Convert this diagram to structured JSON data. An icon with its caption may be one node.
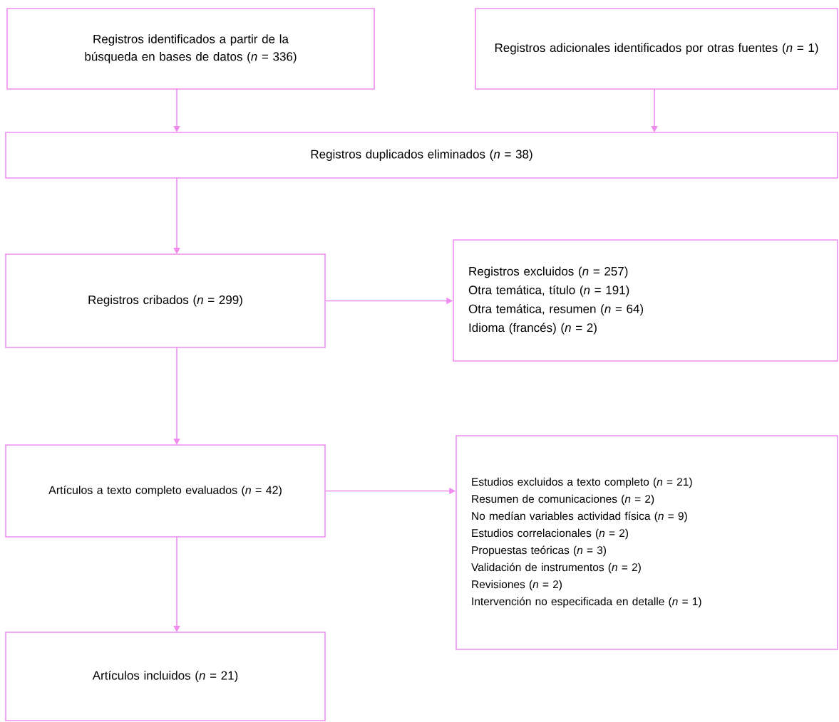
{
  "diagram": {
    "nodes": [
      {
        "text": [
          "Registros identificados a partir de la búsqueda en bases de datos (*n* = 336)"
        ]
      },
      {
        "text": [
          "Registros adicionales identificados por otras fuentes (*n* = 1)"
        ]
      },
      {
        "text": [
          "Registros duplicados eliminados (*n* = 38)"
        ]
      },
      {
        "text": [
          "Registros cribados (*n* = 299)"
        ]
      },
      {
        "text": [
          "Registros excluidos (*n* = 257)",
          "Otra temática, título (*n* = 191)",
          "Otra temática, resumen (*n* = 64)",
          "Idioma (francés) (*n* = 2)"
        ]
      },
      {
        "text": [
          "Artículos a texto completo evaluados (*n* = 42)"
        ]
      },
      {
        "text": [
          "Estudios excluidos a texto completo (*n* = 21)",
          "Resumen de comunicaciones (*n* = 2)",
          "No medían variables actividad física (*n* = 9)",
          "Estudios correlacionales (*n* = 2)",
          "Propuestas teóricas (*n* = 3)",
          "Validación de instrumentos (*n* = 2)",
          "Revisiones (*n* = 2)",
          "Intervención no especificada en detalle (*n* = 1)"
        ]
      },
      {
        "text": [
          "Artículos incluidos (*n* = 21)"
        ]
      }
    ],
    "edges": [
      {
        "from": 0,
        "to": 2,
        "arrow": "to"
      },
      {
        "from": 1,
        "to": 2,
        "arrow": "to"
      },
      {
        "from": 2,
        "to": 3,
        "arrow": "to"
      },
      {
        "from": 3,
        "to": 4,
        "arrow": "to"
      },
      {
        "from": 3,
        "to": 5,
        "arrow": "to"
      },
      {
        "from": 5,
        "to": 6,
        "arrow": "to"
      },
      {
        "from": 5,
        "to": 7,
        "arrow": "to"
      }
    ]
  }
}
